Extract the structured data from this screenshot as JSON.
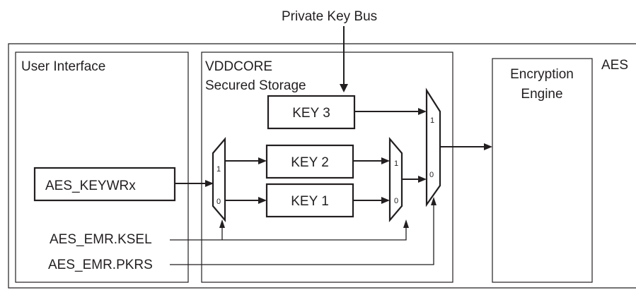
{
  "title": "Private Key Bus",
  "block_label": "AES",
  "user_interface": {
    "label": "User Interface",
    "register": "AES_KEYWRx"
  },
  "secured_storage": {
    "label_line1": "VDDCORE",
    "label_line2": "Secured Storage"
  },
  "keys": {
    "key1": "KEY 1",
    "key2": "KEY 2",
    "key3": "KEY 3"
  },
  "engine": {
    "label_line1": "Encryption",
    "label_line2": "Engine"
  },
  "controls": {
    "ksel": "AES_EMR.KSEL",
    "pkrs": "AES_EMR.PKRS"
  },
  "mux": {
    "in_one": "1",
    "in_zero": "0"
  }
}
